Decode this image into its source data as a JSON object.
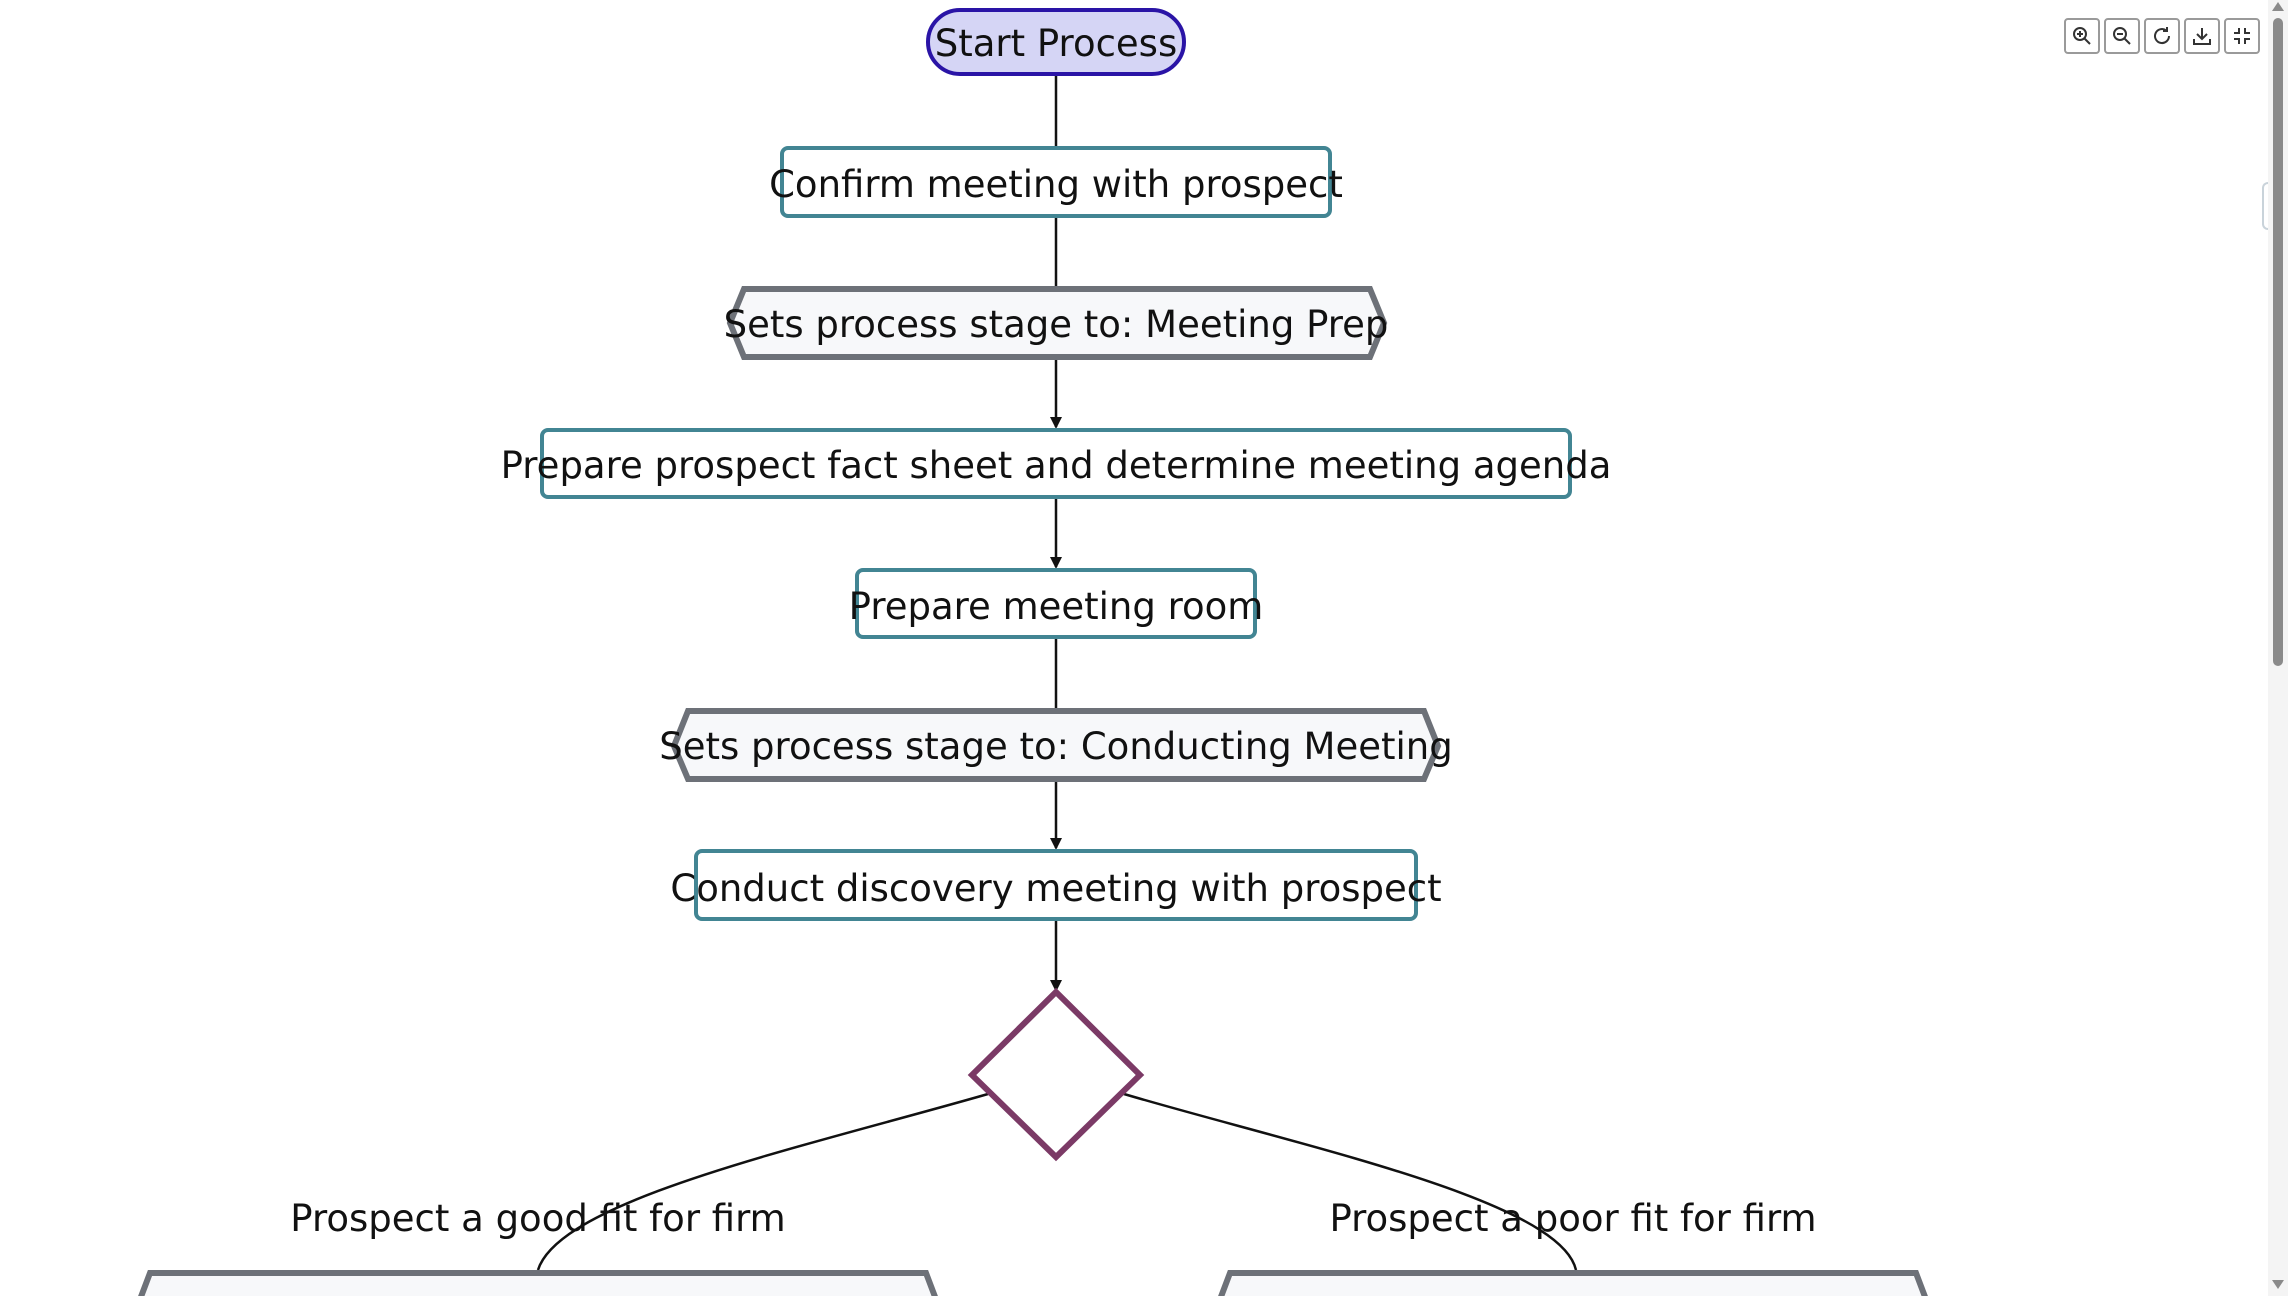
{
  "diagram": {
    "nodes": {
      "start": "Start Process",
      "confirm": "Confirm meeting with prospect",
      "stage_prep": "Sets process stage to: Meeting Prep",
      "prepare_fact": "Prepare prospect fact sheet and determine meeting agenda",
      "prepare_room": "Prepare meeting room",
      "stage_conducting": "Sets process stage to: Conducting Meeting",
      "conduct": "Conduct discovery meeting with prospect"
    },
    "edge_labels": {
      "good_fit": "Prospect a good fit for firm",
      "poor_fit": "Prospect a poor fit for firm"
    },
    "colors": {
      "start_fill": "#d5d5f5",
      "start_stroke": "#2a14a6",
      "task_stroke": "#428593",
      "stage_stroke": "#6d7178",
      "stage_fill": "#f7f8fa",
      "decision_stroke": "#7b3a66"
    }
  },
  "toolbar": {
    "buttons": [
      "zoom-in-icon",
      "zoom-out-icon",
      "reset-icon",
      "download-icon",
      "fullscreen-icon"
    ]
  }
}
